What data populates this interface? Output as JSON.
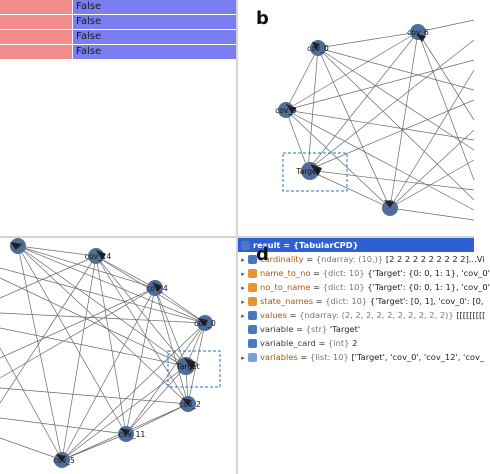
{
  "panel_a": {
    "rows": [
      "False",
      "False",
      "False",
      "False"
    ],
    "colors": {
      "left": "#f28b8b",
      "right": "#7a7ef0"
    }
  },
  "panel_b": {
    "letter": "b",
    "nodes": [
      {
        "id": "cov_0",
        "label": "cov_0"
      },
      {
        "id": "cov_6",
        "label": "cov_6"
      },
      {
        "id": "cov_9",
        "label": "cov_9"
      },
      {
        "id": "target",
        "label": "Target"
      },
      {
        "id": "cov_4",
        "label": ""
      }
    ]
  },
  "panel_c": {
    "nodes": [
      {
        "id": "c_tl",
        "label": ""
      },
      {
        "id": "cov_14",
        "label": "cov_14"
      },
      {
        "id": "cov_4",
        "label": "cov_4"
      },
      {
        "id": "cov_0",
        "label": "cov_0"
      },
      {
        "id": "target",
        "label": "Target"
      },
      {
        "id": "cov_2",
        "label": "cov_2"
      },
      {
        "id": "cov_11",
        "label": "cov_11"
      },
      {
        "id": "cov_5",
        "label": "cov_5"
      }
    ]
  },
  "panel_d": {
    "letter": "d",
    "header": "result = {TabularCPD} ",
    "fields": [
      {
        "icon": "array-icon",
        "name": "cardinality",
        "type": "{ndarray: (10,)}",
        "value": "[2 2 2 2 2 2 2 2 2 2]...Vi"
      },
      {
        "icon": "dict-icon",
        "name": "name_to_no",
        "type": "{dict: 10}",
        "value": "{'Target': {0: 0, 1: 1}, 'cov_0'"
      },
      {
        "icon": "dict-icon",
        "name": "no_to_name",
        "type": "{dict: 10}",
        "value": "{'Target': {0: 0, 1: 1}, 'cov_0'"
      },
      {
        "icon": "dict-icon",
        "name": "state_names",
        "type": "{dict: 10}",
        "value": "{'Target': [0, 1], 'cov_0': [0,"
      },
      {
        "icon": "array-icon",
        "name": "values",
        "type": "{ndarray: (2, 2, 2, 2, 2, 2, 2, 2, 2, 2)}",
        "value": "[[[[[[[[["
      },
      {
        "icon": "str-icon",
        "name": "variable",
        "type": "{str}",
        "value": "'Target'"
      },
      {
        "icon": "int-icon",
        "name": "variable_card",
        "type": "{int}",
        "value": "2"
      },
      {
        "icon": "list-icon",
        "name": "variables",
        "type": "{list: 10}",
        "value": "['Target', 'cov_0', 'cov_12', 'cov_"
      }
    ]
  },
  "colors": {
    "node": "#4f6d98",
    "edge": "#6a6a6a",
    "selection": "#2a72d4",
    "header": "#2e5fd3"
  }
}
